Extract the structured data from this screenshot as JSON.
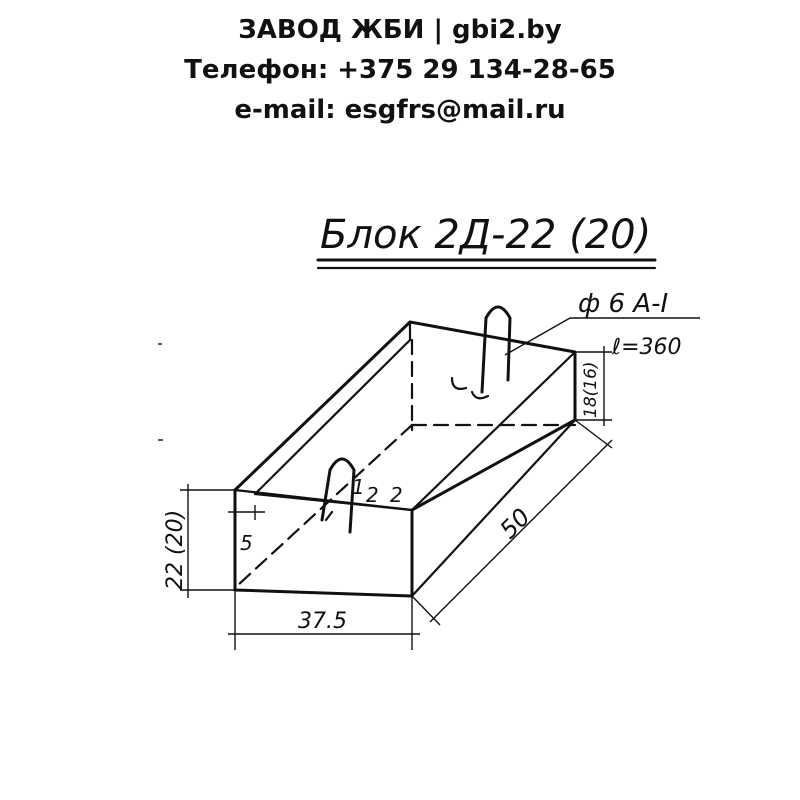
{
  "header": {
    "company": "ЗАВОД ЖБИ | gbi2.by",
    "phone": "Телефон: +375 29 134-28-65",
    "email": "e-mail: esgfrs@mail.ru"
  },
  "drawing": {
    "title": "Блок 2Д-22 (20)",
    "rebar_label": "ф 6 А-I",
    "length_label": "ℓ=360",
    "dim_height": "22 (20)",
    "dim_width": "37.5",
    "dim_length": "50",
    "dim_inner_height": "18(16)",
    "dim_wall": "5",
    "mark_1": "1",
    "mark_2a": "2",
    "mark_2b": "2"
  }
}
